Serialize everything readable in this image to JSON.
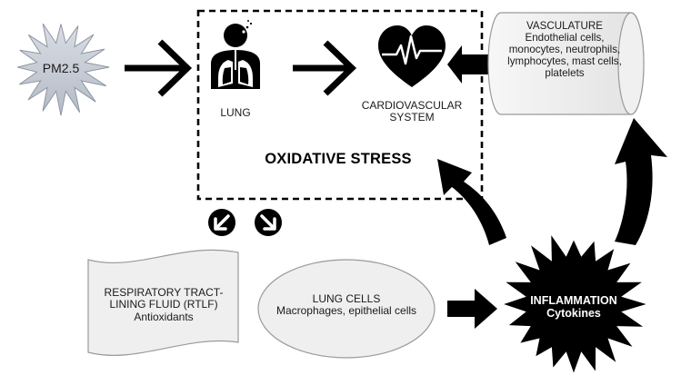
{
  "nodes": {
    "pm25": {
      "label": "PM2.5"
    },
    "lung": {
      "label": "LUNG"
    },
    "cardio": {
      "label_line1": "CARDIOVASCULAR",
      "label_line2": "SYSTEM"
    },
    "oxidative": {
      "label": "OXIDATIVE STRESS"
    },
    "vasculature": {
      "title": "VASCULATURE",
      "line1": "Endothelial cells,",
      "line2": "monocytes, neutrophils,",
      "line3": "lymphocytes, mast cells,",
      "line4": "platelets"
    },
    "rtlf": {
      "line1": "RESPIRATORY TRACT-",
      "line2": "LINING FLUID (RTLF)",
      "line3": "Antioxidants"
    },
    "lungcells": {
      "title": "LUNG CELLS",
      "line1": "Macrophages, epithelial cells"
    },
    "inflammation": {
      "title": "INFLAMMATION",
      "line1": "Cytokines"
    }
  },
  "colors": {
    "shape_fill": "#efefef",
    "shape_stroke": "#9a9a9a",
    "star_fill": "#c6ccd6",
    "arrow": "#000000",
    "background": "#ffffff"
  },
  "icons": [
    "lung-icon",
    "heart-icon",
    "arrow-down-left-icon",
    "arrow-down-right-icon"
  ]
}
